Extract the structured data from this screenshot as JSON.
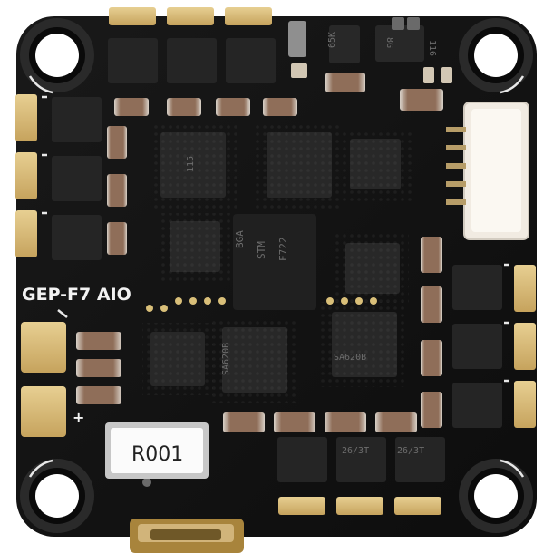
{
  "board": {
    "model_label": "GEP-F7 AIO",
    "resistor_label": "R001",
    "plus_mark": "+"
  },
  "chip_markings": {
    "main_mcu": [
      "BGA",
      "STM",
      "F722"
    ],
    "mosfet_code_a": "26/3T",
    "mosfet_code_b": "26/3T",
    "driver_a": "SA620B",
    "driver_b": "SA620B",
    "driver_c": "115",
    "regulator": "65K",
    "top_right_code": "116",
    "top_right_small": "8G"
  },
  "colors": {
    "pcb": "#141414",
    "pad_gold": "#d9bf79",
    "silkscreen": "#f2f2f2",
    "capacitor": "#8b6a55",
    "ic": "#262626",
    "connector": "#f1ebe2"
  }
}
